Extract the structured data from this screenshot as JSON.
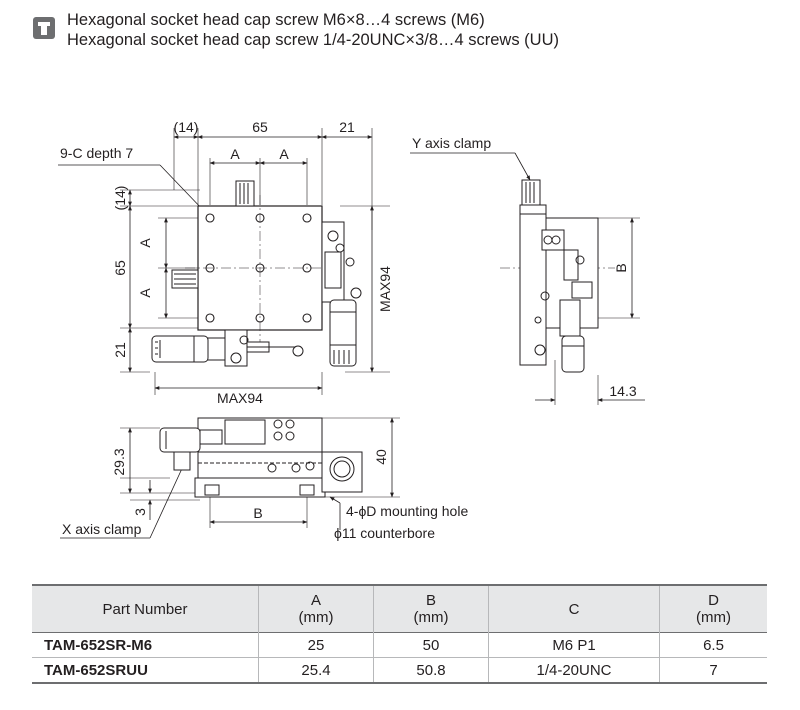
{
  "note": {
    "icon": "screw-icon",
    "lines": [
      "Hexagonal socket head cap screw M6×8…4 screws (M6)",
      "Hexagonal socket head cap screw 1/4-20UNC×3/8…4 screws (UU)"
    ]
  },
  "drawing": {
    "top_view": {
      "dim_14": "(14)",
      "dim_65": "65",
      "dim_21": "21",
      "hole_label": "9-C depth 7",
      "dim_a1": "A",
      "dim_a2": "A",
      "dim_14_left": "(14)",
      "dim_a_left1": "A",
      "dim_a_left2": "A",
      "dim_65_left": "65",
      "dim_21_left": "21",
      "max_bottom": "MAX94",
      "max_right": "MAX94"
    },
    "side_view": {
      "clamp_label": "Y axis clamp",
      "dim_b": "B",
      "dim_143": "14.3"
    },
    "front_view": {
      "dim_293": "29.3",
      "dim_3": "3",
      "dim_40": "40",
      "dim_b": "B",
      "mount_hole": "4-ϕD mounting hole",
      "counterbore": "ϕ11 counterbore",
      "clamp_label": "X axis clamp"
    }
  },
  "table": {
    "headers": [
      {
        "main": "Part Number",
        "unit": ""
      },
      {
        "main": "A",
        "unit": "(mm)"
      },
      {
        "main": "B",
        "unit": "(mm)"
      },
      {
        "main": "C",
        "unit": ""
      },
      {
        "main": "D",
        "unit": "(mm)"
      }
    ],
    "rows": [
      [
        "TAM-652SR-M6",
        "25",
        "50",
        "M6 P1",
        "6.5"
      ],
      [
        "TAM-652SRUU",
        "25.4",
        "50.8",
        "1/4-20UNC",
        "7"
      ]
    ]
  }
}
